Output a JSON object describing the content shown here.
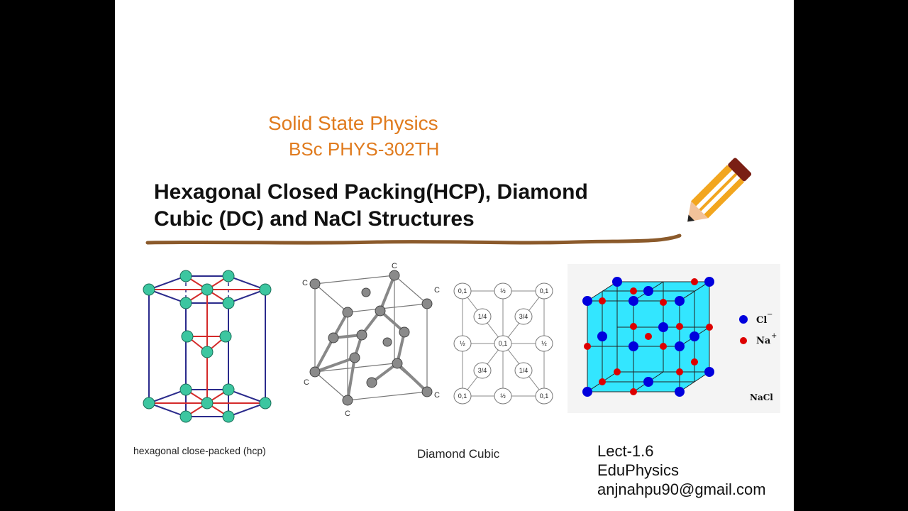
{
  "slide": {
    "subject": "Solid State Physics",
    "course": "BSc PHYS-302TH",
    "title_line1": "Hexagonal Closed Packing(HCP), Diamond",
    "title_line2": "Cubic (DC) and NaCl Structures"
  },
  "figures": {
    "hcp": {
      "caption": "hexagonal close-packed (hcp)"
    },
    "diamond": {
      "caption": "Diamond Cubic",
      "atom_label": "C",
      "grid_labels": [
        "0,1",
        "½",
        "0,1",
        "1/4",
        "3/4",
        "½",
        "0,1",
        "½",
        "3/4",
        "1/4",
        "0,1",
        "½",
        "0,1"
      ]
    },
    "nacl": {
      "legend_cl": "Cl",
      "legend_na": "Na",
      "cl_sup": "−",
      "na_sup": "+",
      "label": "NaCl",
      "cl_color": "#0000dd",
      "na_color": "#dd0000",
      "cube_color": "#33e6ff"
    }
  },
  "footer": {
    "lect": "Lect-1.6",
    "channel": "EduPhysics",
    "email": "anjnahpu90@gmail.com"
  },
  "colors": {
    "accent": "#e07b1e",
    "underline": "#8b5a2b",
    "hcp_frame": "#2b2b8c",
    "hcp_bond": "#d42a2a",
    "hcp_atom": "#3cc6a0"
  }
}
